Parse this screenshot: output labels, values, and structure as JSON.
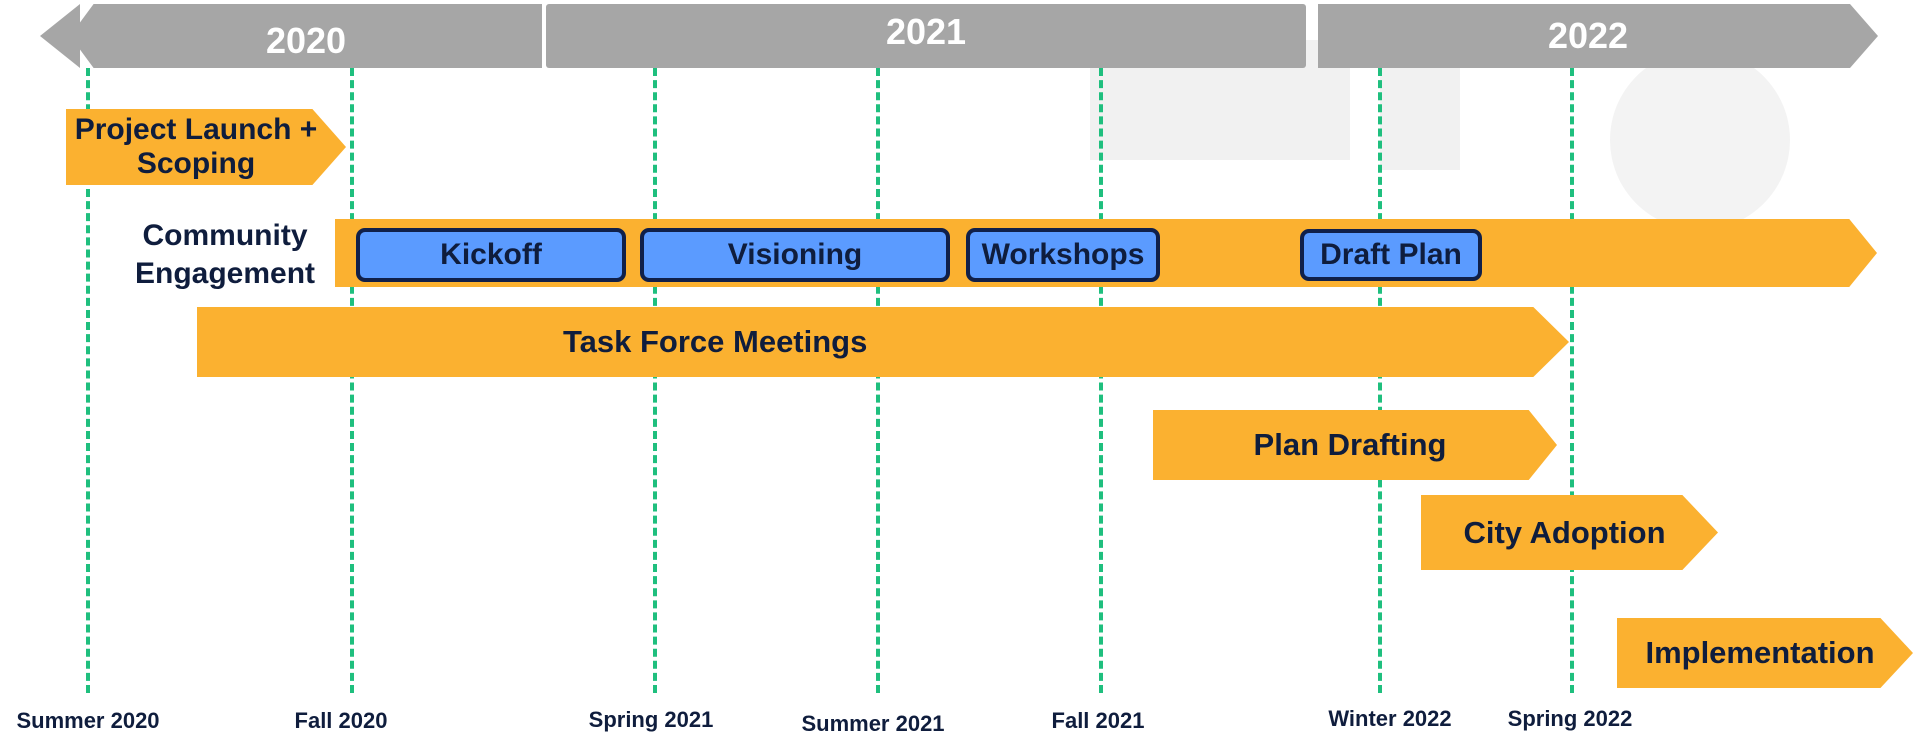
{
  "timeline": {
    "years": [
      "2020",
      "2021",
      "2022"
    ],
    "seasons": [
      "Summer 2020",
      "Fall 2020",
      "Spring 2021",
      "Summer 2021",
      "Fall 2021",
      "Winter 2022",
      "Spring 2022"
    ]
  },
  "bars": {
    "project_launch": "Project Launch + Scoping",
    "community_engagement_label": "Community Engagement",
    "task_force": "Task Force Meetings",
    "plan_drafting": "Plan Drafting",
    "city_adoption": "City Adoption",
    "implementation": "Implementation"
  },
  "engagement_phases": [
    "Kickoff",
    "Visioning",
    "Workshops",
    "Draft Plan"
  ],
  "colors": {
    "year_band": "#a6a6a6",
    "bar": "#fbb130",
    "phase_fill": "#5b9bff",
    "phase_border": "#10204a",
    "guide_line": "#1fbf7e",
    "text": "#0f1d3d"
  }
}
